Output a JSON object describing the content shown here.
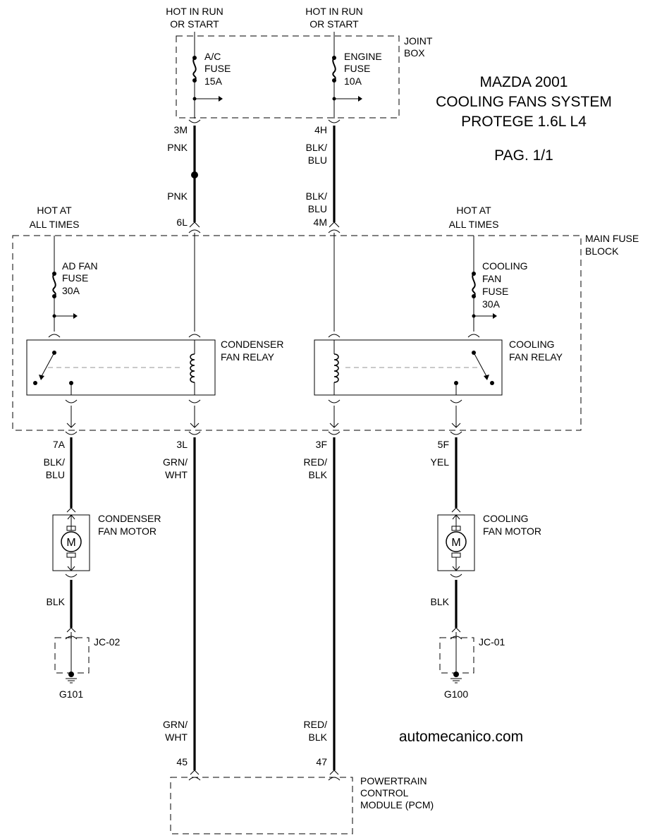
{
  "title": {
    "line1": "MAZDA 2001",
    "line2": "COOLING FANS SYSTEM",
    "line3": "PROTEGE 1.6L L4",
    "page": "PAG. 1/1"
  },
  "website": "automecanico.com",
  "power_sources": {
    "run_start_left": [
      "HOT IN RUN",
      "OR START"
    ],
    "run_start_right": [
      "HOT IN RUN",
      "OR START"
    ],
    "all_times_left": [
      "HOT AT",
      "ALL TIMES"
    ],
    "all_times_right": [
      "HOT AT",
      "ALL TIMES"
    ]
  },
  "joint_box": {
    "label": [
      "JOINT",
      "BOX"
    ],
    "ac_fuse": [
      "A/C",
      "FUSE",
      "15A"
    ],
    "engine_fuse": [
      "ENGINE",
      "FUSE",
      "10A"
    ]
  },
  "main_fuse_block": {
    "label": [
      "MAIN FUSE",
      "BLOCK"
    ],
    "ad_fan_fuse": [
      "AD FAN",
      "FUSE",
      "30A"
    ],
    "cooling_fan_fuse": [
      "COOLING",
      "FAN",
      "FUSE",
      "30A"
    ],
    "condenser_fan_relay": [
      "CONDENSER",
      "FAN RELAY"
    ],
    "cooling_fan_relay": [
      "COOLING",
      "FAN RELAY"
    ]
  },
  "connectors": {
    "c3M": "3M",
    "c4H": "4H",
    "c6L": "6L",
    "c4M": "4M",
    "c7A": "7A",
    "c3L": "3L",
    "c3F": "3F",
    "c5F": "5F",
    "c45": "45",
    "c47": "47"
  },
  "wires": {
    "pnk_upper": "PNK",
    "pnk_lower": "PNK",
    "blk_blu_upper": [
      "BLK/",
      "BLU"
    ],
    "blk_blu_lower": [
      "BLK/",
      "BLU"
    ],
    "blk_blu_motor": [
      "BLK/",
      "BLU"
    ],
    "grn_wht_upper": [
      "GRN/",
      "WHT"
    ],
    "red_blk_upper": [
      "RED/",
      "BLK"
    ],
    "yel": "YEL",
    "blk_left": "BLK",
    "blk_right": "BLK",
    "grn_wht_lower": [
      "GRN/",
      "WHT"
    ],
    "red_blk_lower": [
      "RED/",
      "BLK"
    ]
  },
  "motors": {
    "condenser": [
      "CONDENSER",
      "FAN MOTOR"
    ],
    "cooling": [
      "COOLING",
      "FAN MOTOR"
    ],
    "symbol": "M"
  },
  "grounds": {
    "jc02": "JC-02",
    "jc01": "JC-01",
    "g101": "G101",
    "g100": "G100"
  },
  "pcm": {
    "label": [
      "POWERTRAIN",
      "CONTROL",
      "MODULE (PCM)"
    ]
  }
}
